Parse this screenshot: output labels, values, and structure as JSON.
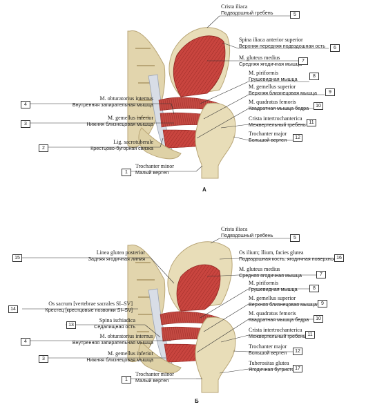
{
  "panels": {
    "a": {
      "letter": "А",
      "labels": [
        {
          "n": "5",
          "la": "Crista iliaca",
          "ru": "Подвздошный гребень"
        },
        {
          "n": "6",
          "la": "Spina iliaca anterior superior",
          "ru": "Верхняя передняя подвздошная ость"
        },
        {
          "n": "7",
          "la": "M. gluteus medius",
          "ru": "Средняя ягодичная мышца"
        },
        {
          "n": "8",
          "la": "M. piriformis",
          "ru": "Грушевидная мышца"
        },
        {
          "n": "9",
          "la": "M. gemellus superior",
          "ru": "Верхняя близнецовая мышца"
        },
        {
          "n": "10",
          "la": "M. quadratus femoris",
          "ru": "Квадратная мышца бедра"
        },
        {
          "n": "11",
          "la": "Crista intertrochanterica",
          "ru": "Межвертельный гребень"
        },
        {
          "n": "12",
          "la": "Trochanter major",
          "ru": "Большой вертел"
        },
        {
          "n": "4",
          "la": "M. obturatorius internus",
          "ru": "Внутренняя запирательная мышца"
        },
        {
          "n": "3",
          "la": "M. gemellus inferior",
          "ru": "Нижняя близнецовая мышца"
        },
        {
          "n": "2",
          "la": "Lig. sacrotuberale",
          "ru": "Крестцово-бугорная связка"
        },
        {
          "n": "1",
          "la": "Trochanter minor",
          "ru": "Малый вертел"
        }
      ]
    },
    "b": {
      "letter": "Б",
      "labels": [
        {
          "n": "5",
          "la": "Crista iliaca",
          "ru": "Подвздошный гребень"
        },
        {
          "n": "16",
          "la": "Os ilium; Ilium, facies glutea",
          "ru": "Подвздошная кость, ягодичная поверхность"
        },
        {
          "n": "7",
          "la": "M. gluteus medius",
          "ru": "Средняя ягодичная мышца"
        },
        {
          "n": "8",
          "la": "M. piriformis",
          "ru": "Грушевидная мышца"
        },
        {
          "n": "9",
          "la": "M. gemellus superior",
          "ru": "Верхняя близнецовая мышца"
        },
        {
          "n": "10",
          "la": "M. quadratus femoris",
          "ru": "Квадратная мышца бедра"
        },
        {
          "n": "11",
          "la": "Crista intertrochanterica",
          "ru": "Межвертельный гребень"
        },
        {
          "n": "12",
          "la": "Trochanter major",
          "ru": "Большой вертел"
        },
        {
          "n": "17",
          "la": "Tuberositas glutea",
          "ru": "Ягодичная бугристость"
        },
        {
          "n": "15",
          "la": "Linea glutea posterior",
          "ru": "Задняя ягодичная линия"
        },
        {
          "n": "14",
          "la": "Os sacrum [vertebrae sacrales SI–SV]",
          "ru": "Крестец [крестцовые позвонки SI–SV]"
        },
        {
          "n": "13",
          "la": "Spina ischiadica",
          "ru": "Седалищная ость"
        },
        {
          "n": "4",
          "la": "M. obturatorius internus",
          "ru": "Внутренняя запирательная мышца"
        },
        {
          "n": "3",
          "la": "M. gemellus inferior",
          "ru": "Нижняя близнецовая мышца"
        },
        {
          "n": "1",
          "la": "Trochanter minor",
          "ru": "Малый вертел"
        }
      ]
    }
  },
  "colors": {
    "muscle": "#c9453f",
    "muscle_dark": "#8f2420",
    "bone": "#e8ddb8",
    "bone_shade": "#c9b98a",
    "ligament": "#d8dde6",
    "line": "#333333"
  }
}
